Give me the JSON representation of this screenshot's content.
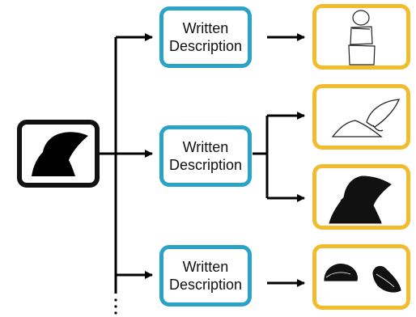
{
  "colors": {
    "description_border": "#2ba3c6",
    "sketch_border": "#f1bd2f",
    "source_border": "#111111",
    "arrows": "#000000"
  },
  "source": {
    "icon": "black-shape-silhouette-icon"
  },
  "rows": [
    {
      "description": "Written\nDescription",
      "sketches": [
        {
          "icon": "stacked-shapes-sketch-icon"
        }
      ]
    },
    {
      "description": "Written\nDescription",
      "sketches": [
        {
          "icon": "outline-shape-sketch-icon"
        },
        {
          "icon": "filled-shape-sketch-icon"
        }
      ]
    },
    {
      "description": "Written\nDescription",
      "sketches": [
        {
          "icon": "two-blobs-sketch-icon"
        }
      ]
    }
  ],
  "continuation": "more-rows-ellipsis-icon"
}
